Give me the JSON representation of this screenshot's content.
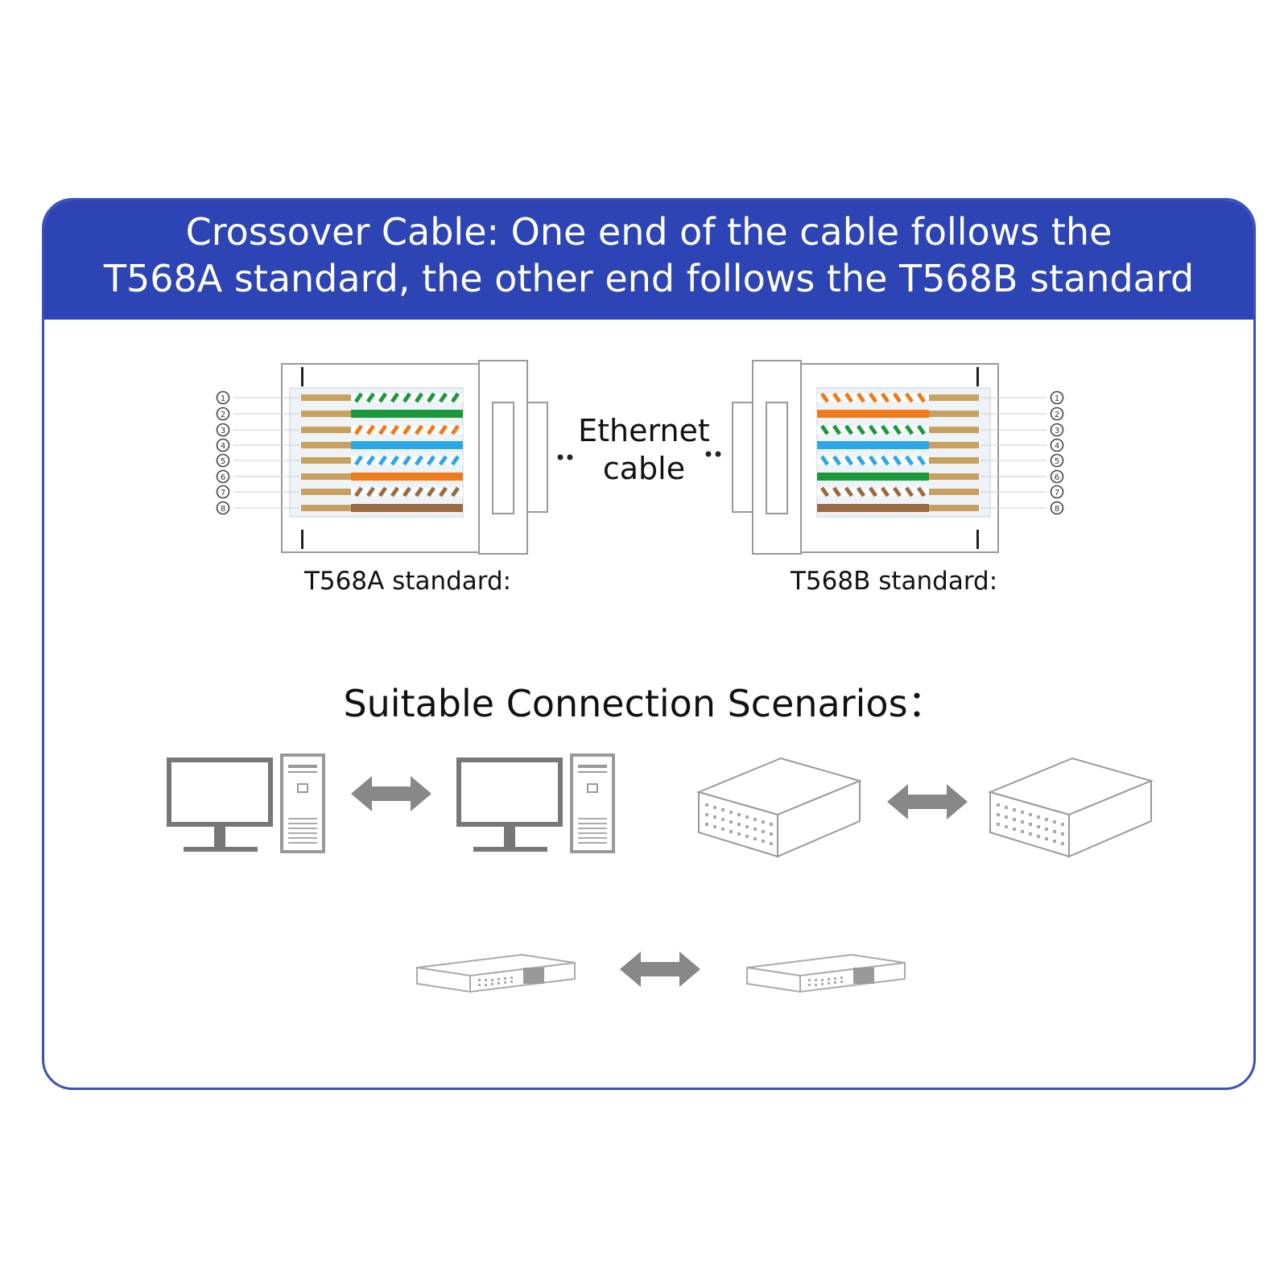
{
  "header": {
    "line1": "Crossover Cable: One end of the cable follows the",
    "line2": "T568A standard, the other end follows the T568B standard"
  },
  "connector_a": {
    "label": "T568A standard:",
    "pins": [
      {
        "num": "1",
        "color": "green-white"
      },
      {
        "num": "2",
        "color": "green"
      },
      {
        "num": "3",
        "color": "orange-white"
      },
      {
        "num": "4",
        "color": "blue"
      },
      {
        "num": "5",
        "color": "blue-white"
      },
      {
        "num": "6",
        "color": "orange"
      },
      {
        "num": "7",
        "color": "brown-white"
      },
      {
        "num": "8",
        "color": "brown"
      }
    ]
  },
  "connector_b": {
    "label": "T568B standard:",
    "pins": [
      {
        "num": "1",
        "color": "orange-white"
      },
      {
        "num": "2",
        "color": "orange"
      },
      {
        "num": "3",
        "color": "green-white"
      },
      {
        "num": "4",
        "color": "blue"
      },
      {
        "num": "5",
        "color": "blue-white"
      },
      {
        "num": "6",
        "color": "green"
      },
      {
        "num": "7",
        "color": "brown-white"
      },
      {
        "num": "8",
        "color": "brown"
      }
    ]
  },
  "cable_label": {
    "line1": "Ethernet",
    "line2": "cable"
  },
  "scenarios": {
    "title": "Suitable Connection Scenarios：",
    "items": [
      {
        "left": "computer-icon",
        "right": "computer-icon"
      },
      {
        "left": "switch-icon",
        "right": "switch-icon"
      },
      {
        "left": "router-icon",
        "right": "router-icon"
      }
    ]
  },
  "colors": {
    "banner": "#2d44b5",
    "border": "#3a4fc0",
    "orange": "#f07a1a",
    "green": "#1a9a3c",
    "blue": "#2aa8e6",
    "brown": "#9a6a42",
    "tan": "#c8a060",
    "arrow": "#8a8a8a"
  }
}
